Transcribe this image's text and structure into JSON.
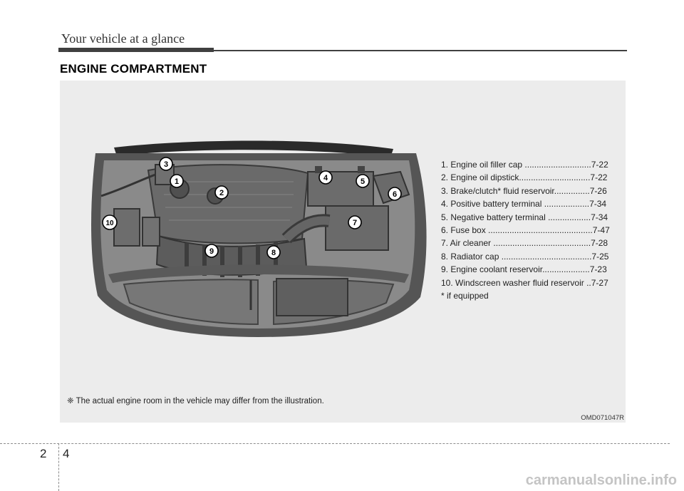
{
  "header": {
    "title": "Your vehicle at a glance"
  },
  "section_title": "ENGINE COMPARTMENT",
  "legend": {
    "items": [
      "1. Engine oil filler cap ............................7-22",
      "2. Engine oil dipstick..............................7-22",
      "3. Brake/clutch* fluid reservoir...............7-26",
      "4. Positive battery terminal ...................7-34",
      "5. Negative battery terminal ..................7-34",
      "6. Fuse box ............................................7-47",
      "7. Air cleaner .........................................7-28",
      "8. Radiator cap ......................................7-25",
      "9. Engine coolant reservoir....................7-23",
      "10. Windscreen washer fluid reservoir ..7-27"
    ],
    "note": "* if equipped"
  },
  "callouts": [
    "1",
    "2",
    "3",
    "4",
    "5",
    "6",
    "7",
    "8",
    "9",
    "10"
  ],
  "footnote": "❈ The actual engine room in the vehicle may differ from the illustration.",
  "figure_code": "OMD071047R",
  "footer": {
    "section": "2",
    "page": "4"
  },
  "watermark": "carmanualsonline.info"
}
